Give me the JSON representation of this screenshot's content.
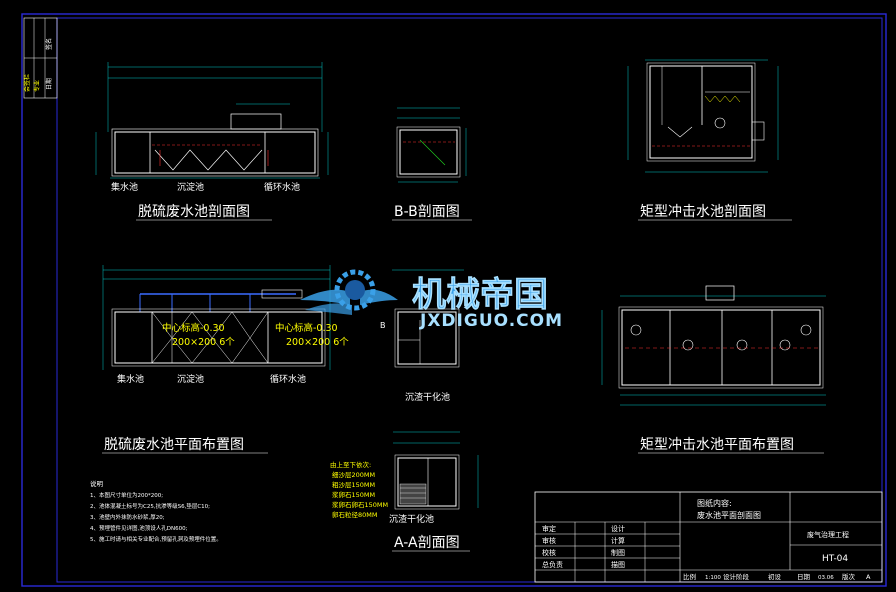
{
  "colors": {
    "background": "#000000",
    "frame": "#2a2ad8",
    "line": "#ffffff",
    "dim": "#00c8c8",
    "pipe": "#3a6cff",
    "accent": "#ff3030",
    "green": "#20d020",
    "yellow": "#ffff00",
    "magenta": "#e020e0",
    "watermark": "#3aa0e8"
  },
  "views": {
    "desulf_section": {
      "title": "脱硫废水池剖面图",
      "label_collect": "集水池",
      "label_settle": "沉淀池",
      "label_circ": "循环水池"
    },
    "bb_section": {
      "title": "B-B剖面图"
    },
    "rect_section": {
      "title": "矩型冲击水池剖面图"
    },
    "desulf_plan": {
      "title": "脱硫废水池平面布置图",
      "label_collect": "集水池",
      "label_settle": "沉淀池",
      "label_circ": "循环水池",
      "note_center1": "中心标高-0.30",
      "note_size1": "200×200 6个",
      "note_center2": "中心标高-0.30",
      "note_size2": "200×200 6个"
    },
    "bb_plan": {
      "label": "沉渣干化池",
      "marker_b": "B"
    },
    "rect_plan": {
      "title": "矩型冲击水池平面布置图"
    },
    "aa_section": {
      "title": "A-A剖面图",
      "label": "沉渣干化池"
    }
  },
  "aa_legend": {
    "header": "由上至下依次:",
    "lines": [
      "细沙层200MM",
      "粗沙层150MM",
      "浆卵石150MM",
      "浆卵石卵石150MM",
      "卵石粒径80MM"
    ]
  },
  "notes": {
    "title": "说明",
    "items": [
      "1、本图尺寸单位为200*200;",
      "2、池体混凝土标号为C25,抗渗等级S6,垫层C10;",
      "3、池壁内外抹防水砂浆,厚20;",
      "4、预埋管件见详图,池顶设人孔DN600;",
      "5、施工时请与相关专业配合,预留孔洞及预埋件位置。"
    ]
  },
  "side_stamp": {
    "rows": [
      "会签栏",
      "专业",
      "签名",
      "日期"
    ]
  },
  "title_block": {
    "content_label": "图纸内容:",
    "content_value": "废水池平面剖面图",
    "project": "废气治理工程",
    "drawing_no": "HT-04",
    "rows": [
      {
        "left": "审定",
        "mid": "设计"
      },
      {
        "left": "审核",
        "mid": "计算"
      },
      {
        "left": "校核",
        "mid": "制图"
      },
      {
        "left": "总负责",
        "mid": "描图"
      }
    ],
    "footer": {
      "scale_label": "比例",
      "scale_value": "1:100",
      "stage_label": "设计阶段",
      "stage_value": "初设",
      "date_label": "日期",
      "date_value": "03.06",
      "rev_label": "版次",
      "rev_value": "A"
    }
  },
  "watermark": {
    "cn": "机械帝国",
    "en": "JXDIGUO.COM"
  }
}
